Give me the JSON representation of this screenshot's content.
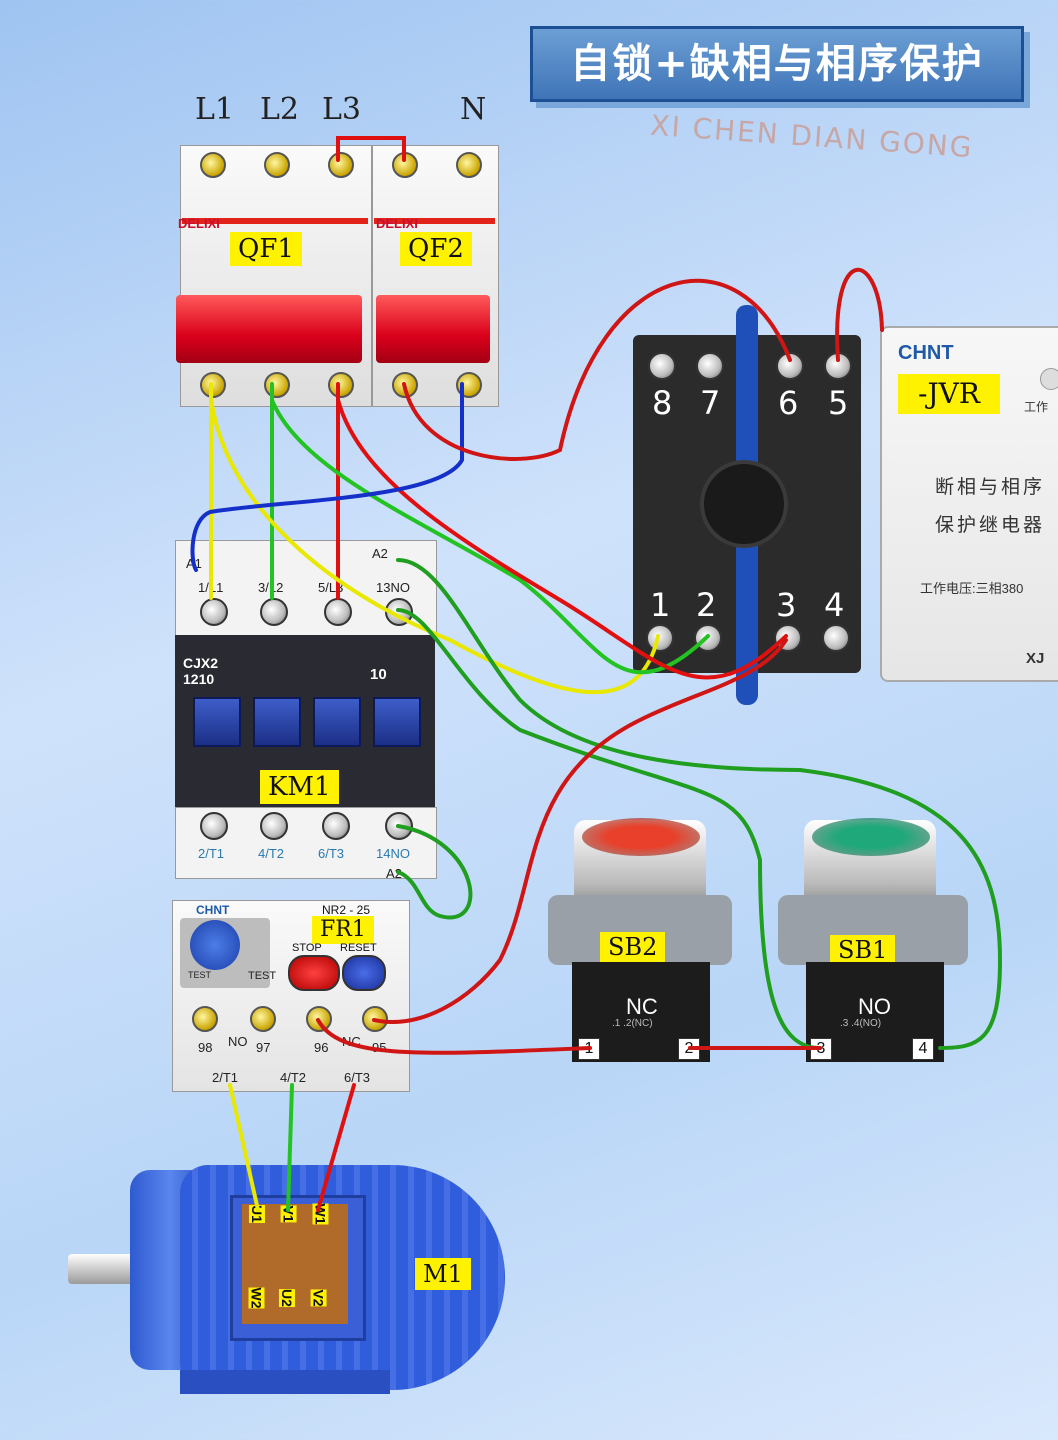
{
  "title": "自锁+缺相与相序保护",
  "watermark": "XI CHEN DIAN GONG",
  "phases": [
    "L1",
    "L2",
    "L3",
    "N"
  ],
  "breakers": [
    {
      "brand": "DELIXI",
      "label": "QF1"
    },
    {
      "brand": "DELIXI",
      "label": "QF2"
    }
  ],
  "contactor": {
    "model_line1": "CJX2",
    "model_line2": "1210",
    "rating": "10",
    "label": "KM1",
    "top_terminals": [
      "A1",
      "1/L1",
      "3/L2",
      "5/L3",
      "13NO",
      "A2"
    ],
    "bottom_terminals": [
      "2/T1",
      "4/T2",
      "6/T3",
      "14NO",
      "A2"
    ]
  },
  "overload": {
    "brand": "CHNT",
    "model": "NR2 - 25",
    "label": "FR1",
    "stop": "STOP",
    "reset": "RESET",
    "test": "TEST",
    "aux_terminals": [
      "98",
      "NO",
      "97",
      "96",
      "NC",
      "95"
    ],
    "out_terminals": [
      "2/T1",
      "4/T2",
      "6/T3"
    ]
  },
  "relay_base": {
    "top_numbers": [
      "8",
      "7",
      "6",
      "5"
    ],
    "bottom_numbers": [
      "1",
      "2",
      "3",
      "4"
    ]
  },
  "jvr": {
    "brand": "CHNT",
    "model": "-JVR",
    "line1": "断相与相序",
    "line2": "保护继电器",
    "voltage": "工作电压:三相380",
    "corner": "XJ",
    "status": "工作"
  },
  "buttons": [
    {
      "label": "SB2",
      "contact": "NC",
      "contact_detail": ".1 .2(NC)",
      "terminals": [
        "1",
        "2"
      ],
      "cap_color": "#e8402a"
    },
    {
      "label": "SB1",
      "contact": "NO",
      "contact_detail": ".3 .4(NO)",
      "terminals": [
        "3",
        "4"
      ],
      "cap_color": "#1fa87a"
    }
  ],
  "motor": {
    "label": "M1",
    "terminals_top": [
      "U1",
      "V1",
      "W1"
    ],
    "terminals_bottom": [
      "W2",
      "U2",
      "V2"
    ]
  },
  "wire_colors": {
    "L1": "#e8e800",
    "L2": "#22c322",
    "L3": "#e01010",
    "N": "#1530c8",
    "control_green": "#1f9e1f",
    "control_red": "#d01515"
  }
}
